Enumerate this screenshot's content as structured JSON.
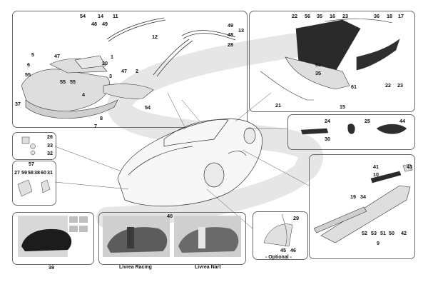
{
  "colors": {
    "watermark": "#e3e3e3",
    "line": "#444444",
    "panel_border": "#6a6a6a",
    "part_fill": "#dcdcdc",
    "car_dark": "#1c1c1c",
    "car_grey": "#6a6a6a",
    "photo_bg": "#cfcfcf"
  },
  "captions": {
    "livrea_racing": "Livrea Racing",
    "livrea_nart": "Livrea Nart",
    "optional": "- Optional -"
  },
  "callouts": {
    "panel_front_upper": [
      "54",
      "14",
      "11",
      "48",
      "49",
      "5",
      "47",
      "6",
      "55",
      "1",
      "20",
      "55",
      "4",
      "55",
      "37",
      "47",
      "2",
      "8",
      "7",
      "54",
      "3",
      "12",
      "13",
      "49",
      "48",
      "28"
    ],
    "panel_rear_upper": [
      "22",
      "56",
      "35",
      "16",
      "23",
      "36",
      "18",
      "17",
      "61",
      "35",
      "22",
      "23",
      "21",
      "15",
      "61"
    ],
    "panel_badges": [
      "24",
      "30",
      "25",
      "44"
    ],
    "panel_small_left": [
      "26",
      "33",
      "32"
    ],
    "panel_clips": [
      "57",
      "27",
      "59",
      "58",
      "38",
      "60",
      "31"
    ],
    "panel_sill": [
      "41",
      "10",
      "43",
      "19",
      "34",
      "52",
      "53",
      "51",
      "50",
      "42",
      "9"
    ],
    "panel_photos": [
      "39",
      "40"
    ],
    "panel_optional": [
      "29",
      "45",
      "46"
    ]
  }
}
